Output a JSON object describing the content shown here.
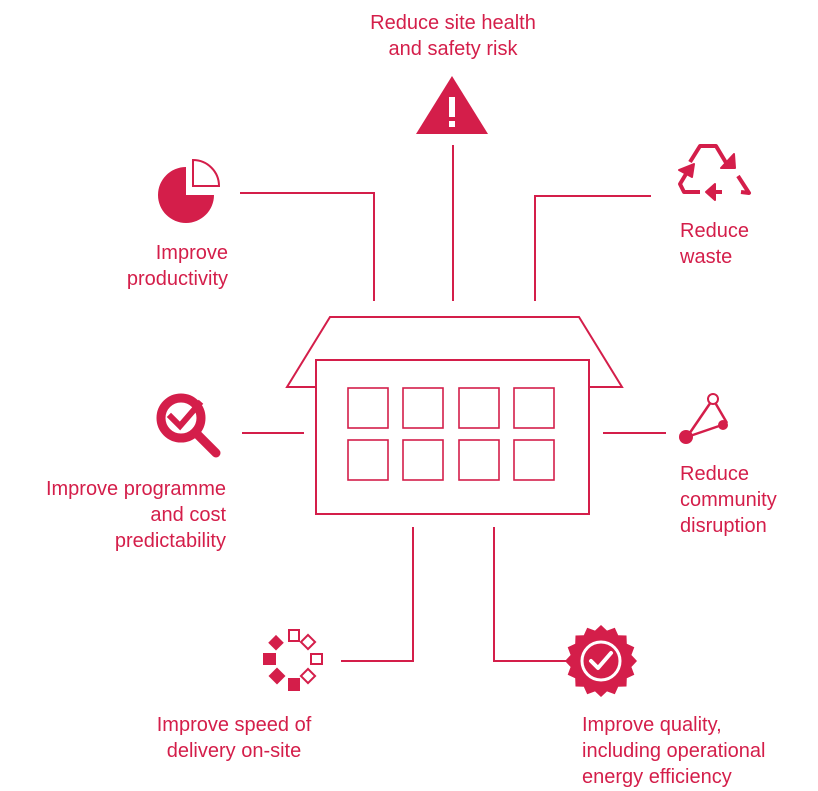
{
  "colors": {
    "accent": "#d41e4a",
    "background": "#ffffff"
  },
  "center": {
    "name": "building-icon"
  },
  "benefits": [
    {
      "id": "safety",
      "icon": "warning-triangle-icon",
      "lines": [
        "Reduce site health",
        "and safety risk"
      ]
    },
    {
      "id": "productivity",
      "icon": "pie-chart-icon",
      "lines": [
        "Improve",
        "productivity"
      ]
    },
    {
      "id": "waste",
      "icon": "recycle-icon",
      "lines": [
        "Reduce",
        "waste"
      ]
    },
    {
      "id": "predictability",
      "icon": "magnifier-check-icon",
      "lines": [
        "Improve programme",
        "and cost",
        "predictability"
      ]
    },
    {
      "id": "community",
      "icon": "network-nodes-icon",
      "lines": [
        "Reduce",
        "community",
        "disruption"
      ]
    },
    {
      "id": "speed",
      "icon": "loading-spinner-icon",
      "lines": [
        "Improve speed of",
        "delivery on-site"
      ]
    },
    {
      "id": "quality",
      "icon": "quality-badge-check-icon",
      "lines": [
        "Improve quality,",
        "including operational",
        "energy efficiency"
      ]
    }
  ]
}
